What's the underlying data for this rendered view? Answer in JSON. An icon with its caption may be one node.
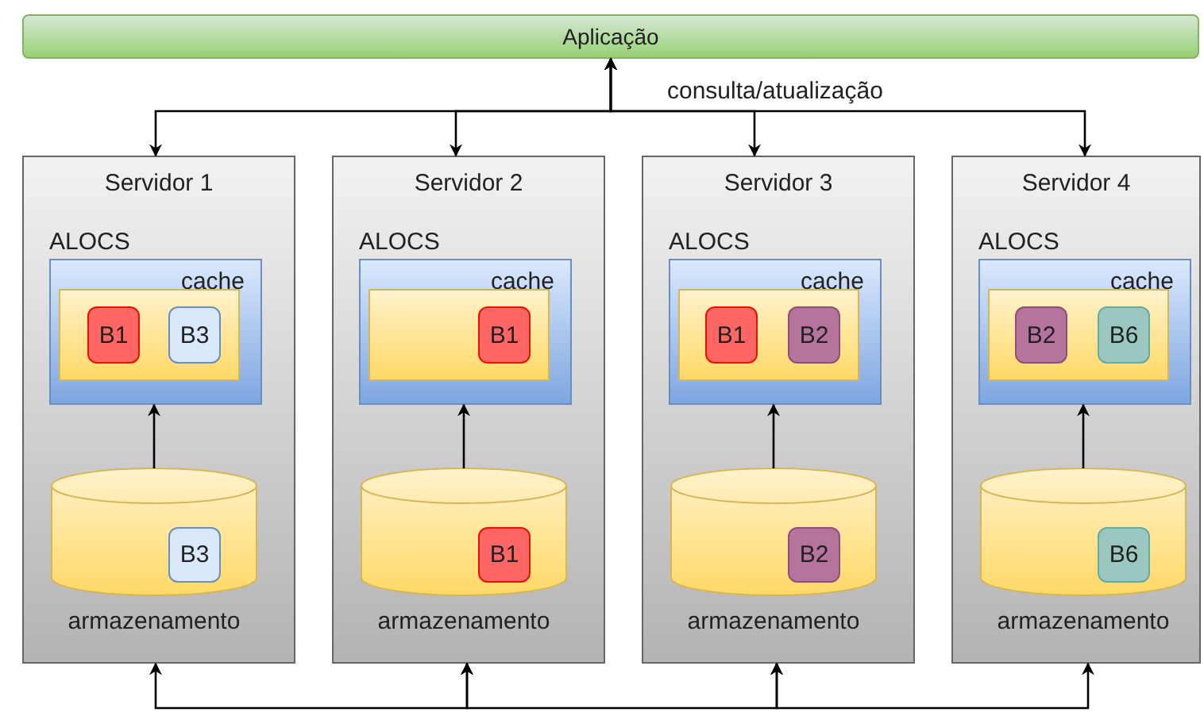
{
  "diagram": {
    "nodes": [
      {
        "text": [
          "Aplicação"
        ]
      },
      {
        "text": [
          "Servidor 1"
        ]
      },
      {
        "text": [
          "ALOCS",
          "cache"
        ],
        "in": 1
      },
      {
        "text": [],
        "shape": "box",
        "in": 2
      },
      {
        "text": [
          "B1"
        ],
        "in": 3
      },
      {
        "text": [
          "B3"
        ],
        "in": 3
      },
      {
        "text": [
          "armazenamento"
        ],
        "in": 1
      },
      {
        "text": [
          "B3"
        ],
        "in": 6
      },
      {
        "text": [
          "Servidor 2"
        ]
      },
      {
        "text": [
          "ALOCS",
          "cache"
        ],
        "in": 8
      },
      {
        "text": [],
        "shape": "box",
        "in": 9
      },
      {
        "text": [
          "B1"
        ],
        "in": 10
      },
      {
        "text": [
          "armazenamento"
        ],
        "in": 8
      },
      {
        "text": [
          "B1"
        ],
        "in": 12
      },
      {
        "text": [
          "Servidor 3"
        ]
      },
      {
        "text": [
          "ALOCS",
          "cache"
        ],
        "in": 14
      },
      {
        "text": [],
        "shape": "box",
        "in": 15
      },
      {
        "text": [
          "B1"
        ],
        "in": 16
      },
      {
        "text": [
          "B2"
        ],
        "in": 16
      },
      {
        "text": [
          "armazenamento"
        ],
        "in": 14
      },
      {
        "text": [
          "B2"
        ],
        "in": 19
      },
      {
        "text": [
          "Servidor 4"
        ]
      },
      {
        "text": [
          "ALOCS",
          "cache"
        ],
        "in": 21
      },
      {
        "text": [],
        "shape": "box",
        "in": 22
      },
      {
        "text": [
          "B2"
        ],
        "in": 23
      },
      {
        "text": [
          "B6"
        ],
        "in": 23
      },
      {
        "text": [
          "armazenamento"
        ],
        "in": 21
      },
      {
        "text": [
          "B6"
        ],
        "in": 26
      }
    ],
    "edges": [
      {
        "from": 0,
        "to": 1,
        "arrow": "both"
      },
      {
        "from": 0,
        "to": 8,
        "arrow": "both"
      },
      {
        "from": 0,
        "to": 14,
        "arrow": "both"
      },
      {
        "from": 0,
        "to": 21,
        "arrow": "both",
        "label": "consulta/atualização"
      },
      {
        "from": 6,
        "to": 2,
        "arrow": "to"
      },
      {
        "from": 12,
        "to": 9,
        "arrow": "to"
      },
      {
        "from": 19,
        "to": 15,
        "arrow": "to"
      },
      {
        "from": 26,
        "to": 22,
        "arrow": "to"
      },
      {
        "from": 1,
        "to": 8,
        "arrow": "both"
      },
      {
        "from": 8,
        "to": 14,
        "arrow": "both"
      },
      {
        "from": 14,
        "to": 21,
        "arrow": "both"
      }
    ]
  }
}
